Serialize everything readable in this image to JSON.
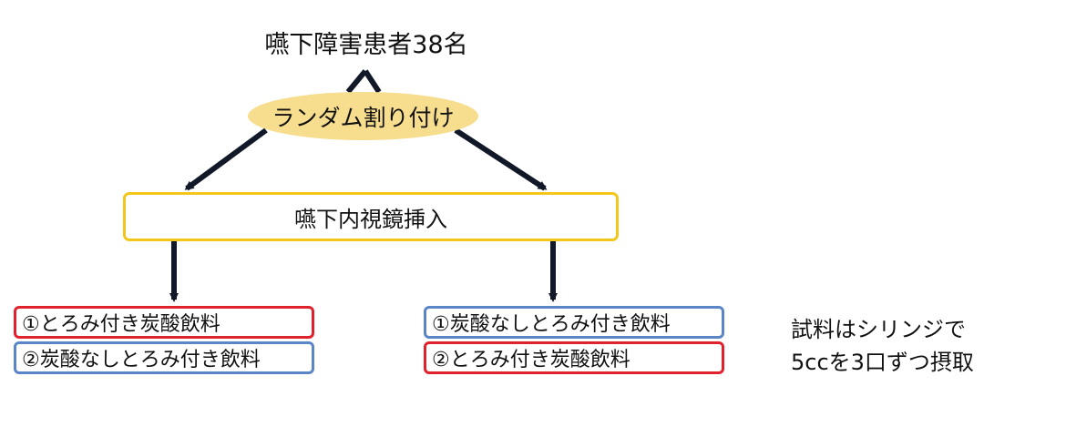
{
  "diagram": {
    "title": "嚥下障害患者38名",
    "randomization": "ランダム割り付け",
    "procedure": "嚥下内視鏡挿入",
    "arm_left": [
      {
        "label": "①とろみ付き炭酸飲料",
        "color": "#e0222d"
      },
      {
        "label": "②炭酸なしとろみ付き飲料",
        "color": "#5a86c7"
      }
    ],
    "arm_right": [
      {
        "label": "①炭酸なしとろみ付き飲料",
        "color": "#5a86c7"
      },
      {
        "label": "②とろみ付き炭酸飲料",
        "color": "#e0222d"
      }
    ],
    "note_lines": [
      "試料はシリンジで",
      "5ccを3口ずつ摂取"
    ]
  },
  "colors": {
    "oval_fill": "#f7dd8e",
    "box_border": "#f3c61b",
    "arrow": "#111827"
  }
}
